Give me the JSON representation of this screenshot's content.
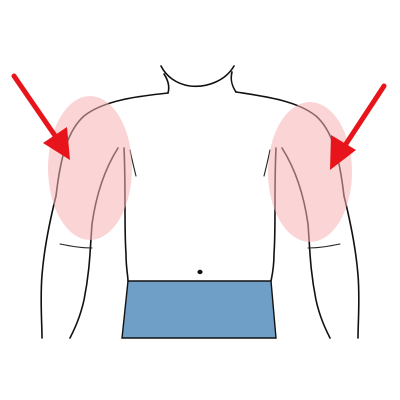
{
  "illustration": {
    "subject": "upper-body-torso-front-view",
    "highlight_regions": [
      "left-shoulder-deltoid",
      "right-shoulder-deltoid"
    ],
    "arrow_count": 2,
    "colors": {
      "outline": "#111111",
      "skin": "#ffffff",
      "highlight": "#f7b3b3",
      "arrow": "#e8141b",
      "shorts": "#6f9ec7",
      "background": "#ffffff"
    }
  }
}
